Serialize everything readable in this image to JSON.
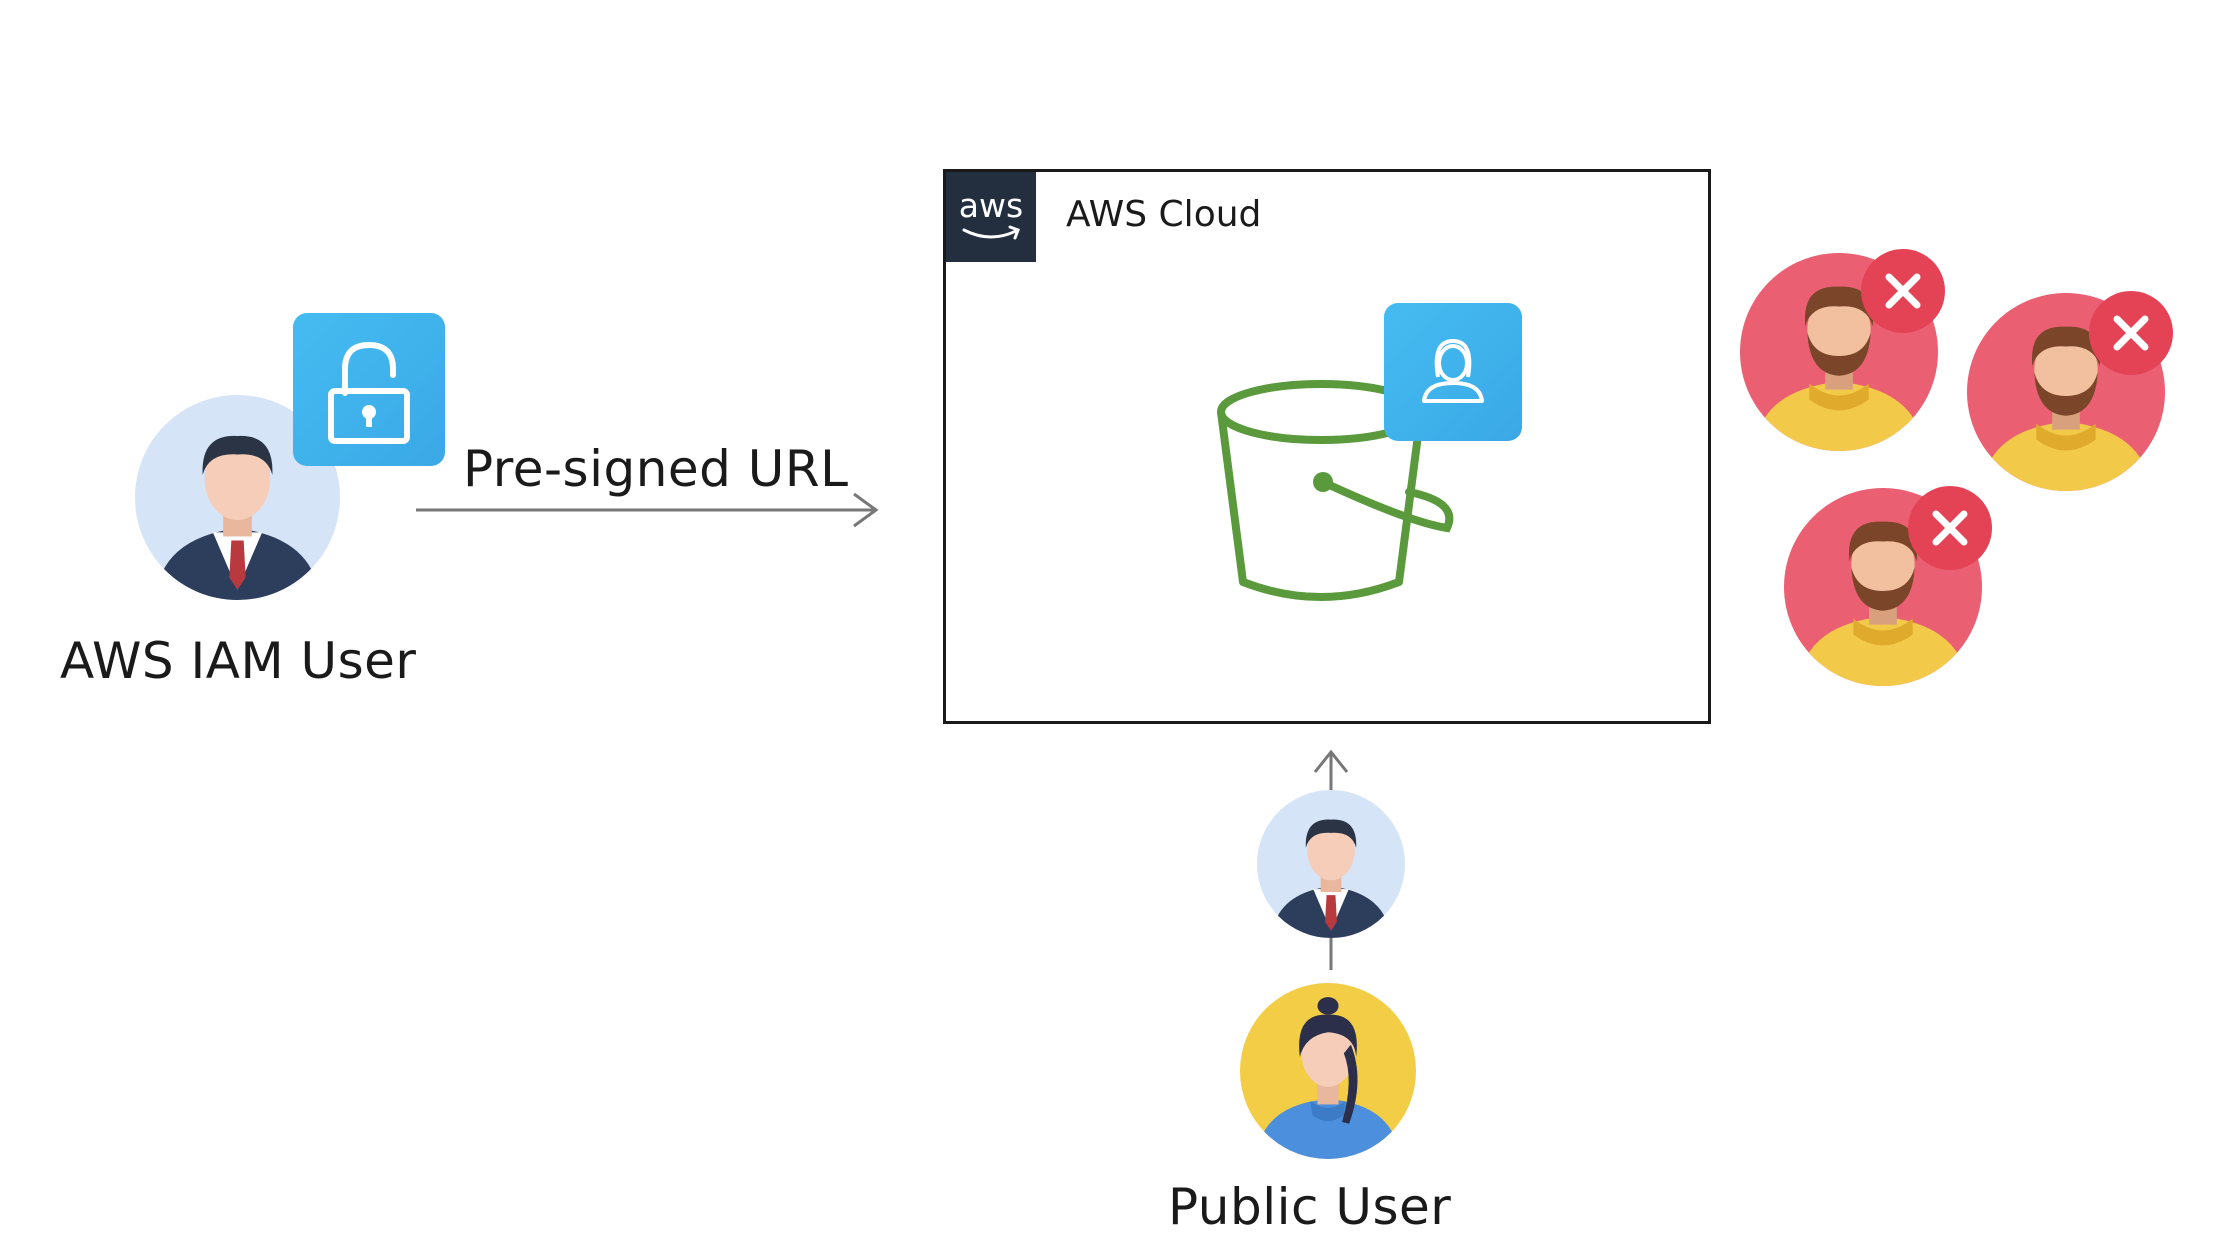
{
  "left": {
    "label": "AWS IAM User"
  },
  "arrow": {
    "label": "Pre-signed URL"
  },
  "cloud": {
    "logo_text": "aws",
    "title": "AWS Cloud"
  },
  "bottom": {
    "label": "Public User"
  },
  "icons": {
    "iam_user": "businessman-avatar-icon",
    "unlock": "unlocked-padlock-icon",
    "bucket": "s3-bucket-icon",
    "bucket_user": "user-badge-icon",
    "denied_user": "denied-user-icon",
    "deny": "x-mark-icon",
    "public_woman": "woman-avatar-icon"
  },
  "colors": {
    "bucket_green": "#5a9a3c",
    "badge_blue": "#3fb6ef",
    "deny_red": "#e44356",
    "aws_dark": "#232f3e"
  }
}
